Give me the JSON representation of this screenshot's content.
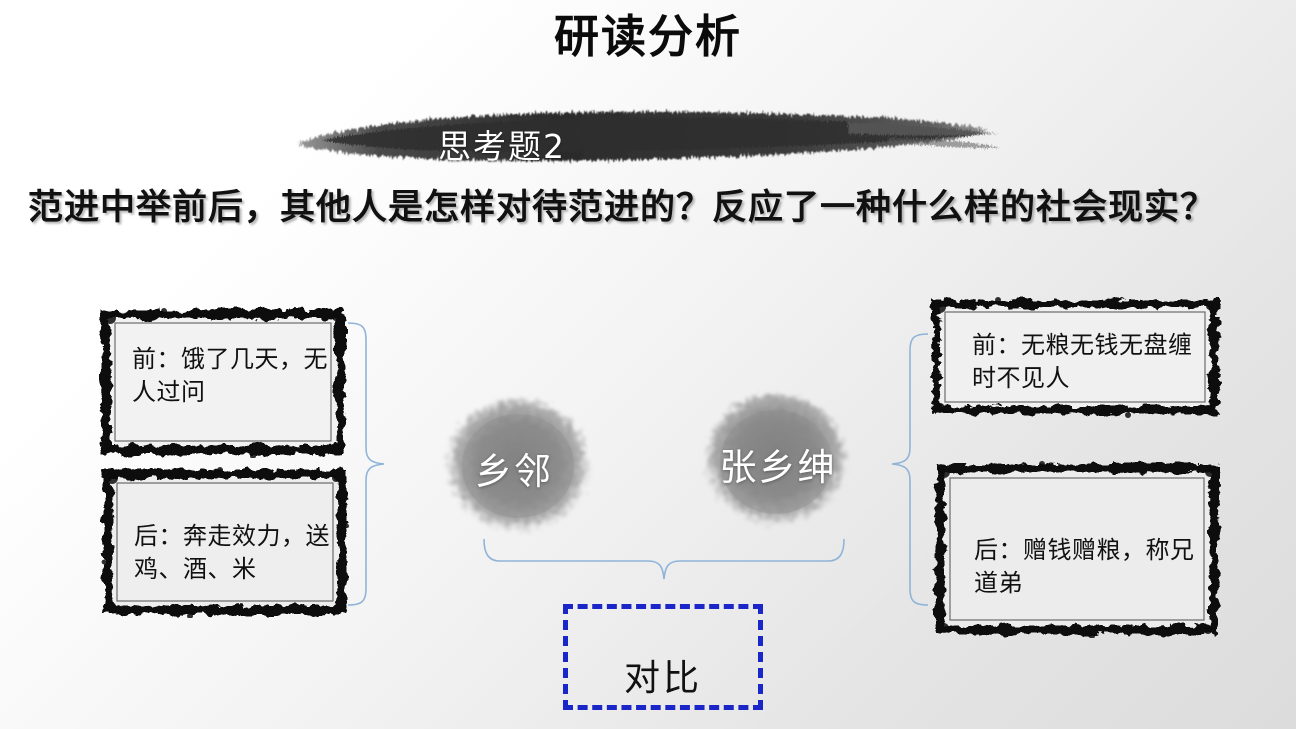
{
  "slide": {
    "title": "研读分析",
    "banner_label": "思考题2",
    "question": "范进中举前后，其他人是怎样对待范进的？反应了一种什么样的社会现实？"
  },
  "nodes": {
    "left_circle": "乡邻",
    "right_circle": "张乡绅"
  },
  "boxes": {
    "top_left": "前：饿了几天，无人过问",
    "bottom_left": "后：奔走效力，送鸡、酒、米",
    "top_right": "前：无粮无钱无盘缠时不见人",
    "bottom_right": "后：赠钱赠粮，称兄道弟"
  },
  "compare": {
    "label": "对比"
  },
  "colors": {
    "connector": "#8fb4d9",
    "compare_border": "#1b26c8",
    "ink": "#111111",
    "blob": "#8a8a8a",
    "background_start": "#ffffff",
    "background_end": "#dcdcdc"
  }
}
